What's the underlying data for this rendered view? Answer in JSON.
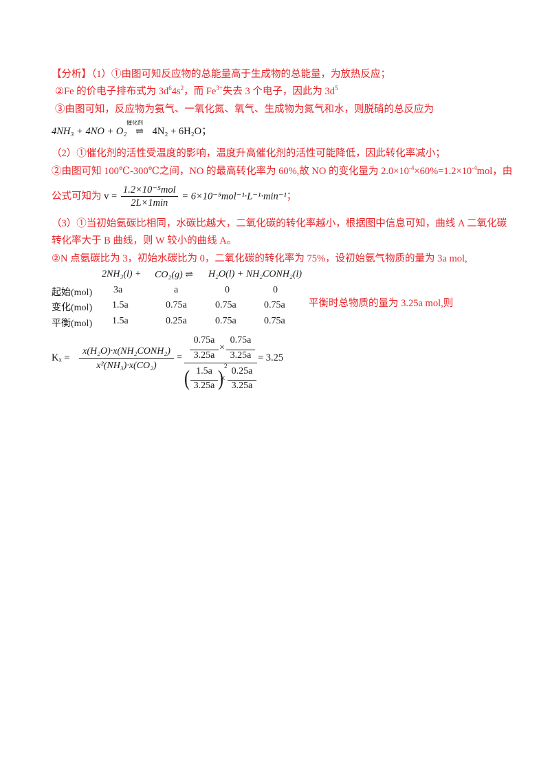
{
  "analysis": {
    "label": "【分析】",
    "p1_1": "（1）①由图可知反应物的总能量高于生成物的总能量，为放热反应；",
    "p1_2_a": "②Fe 的价电子排布式为 3d",
    "p1_2_sup1": "6",
    "p1_2_b": "4s",
    "p1_2_sup2": "2",
    "p1_2_c": "，而 Fe",
    "p1_2_sup3": "3+",
    "p1_2_d": "失去 3 个电子，因此为 3d",
    "p1_2_sup4": "5",
    "p1_3": "③由图可知，反应物为氨气、一氧化氮、氧气、生成物为氮气和水，则脱硝的总反应为",
    "eq1_left": "4NH₃ + 4NO + O₂",
    "eq1_catalyst": "催化剂",
    "eq1_right": "4N₂ + 6H₂O",
    "eq1_end": "；",
    "p2_1": "（2）①催化剂的活性受温度的影响，温度升高催化剂的活性可能降低，因此转化率减小；",
    "p2_2_a": "②由图可知 100℃-300℃之间，NO 的最高转化率为 60%,故 NO 的变化量为 2.0×10",
    "p2_2_sup1": "-4",
    "p2_2_b": "×60%=1.2×10",
    "p2_2_sup2": "-4",
    "p2_2_c": "mol，由",
    "p2_3_a": "公式可知为",
    "p2_3_v": "v =",
    "p2_3_num": "1.2×10⁻⁵mol",
    "p2_3_den": "2L×1min",
    "p2_3_res": "= 6×10⁻⁵mol⁻¹·L⁻¹·min⁻¹",
    "p2_3_end": "；",
    "p3_1": "（3）①当初始氨碳比相同，水碳比越大，二氧化碳的转化率越小，根据图中信息可知，曲线 A 二氧化碳",
    "p3_2": "转化率大于 B 曲线，则 W 较小的曲线 A。",
    "p3_3": "②N 点氨碳比为 3，初始水碳比为 0，二氧化碳的转化率为 75%，设初始氨气物质的量为 3a mol,",
    "table": {
      "header": [
        "2NH₃(l) +",
        "CO₂(g) ⇌",
        "H₂O(l) + NH₂CONH₂(l)"
      ],
      "rows": [
        {
          "label": "起始(mol)",
          "vals": [
            "3a",
            "a",
            "0",
            "0"
          ]
        },
        {
          "label": "变化(mol)",
          "vals": [
            "1.5a",
            "0.75a",
            "0.75a",
            "0.75a"
          ]
        },
        {
          "label": "平衡(mol)",
          "vals": [
            "1.5a",
            "0.25a",
            "0.75a",
            "0.75a"
          ]
        }
      ],
      "note": "平衡时总物质的量为 3.25a mol,则"
    },
    "kx": {
      "lhs": "Kₓ =",
      "num": "x(H₂O)·x(NH₂CONH₂)",
      "den": "x²(NH₃)·x(CO₂)",
      "a1": "0.75a",
      "a2": "3.25a",
      "b1": "0.75a",
      "b2": "3.25a",
      "c1": "1.5a",
      "c2": "3.25a",
      "sq": "2",
      "d1": "0.25a",
      "d2": "3.25a",
      "times": "×",
      "eq": "=",
      "result": "= 3.25"
    }
  }
}
